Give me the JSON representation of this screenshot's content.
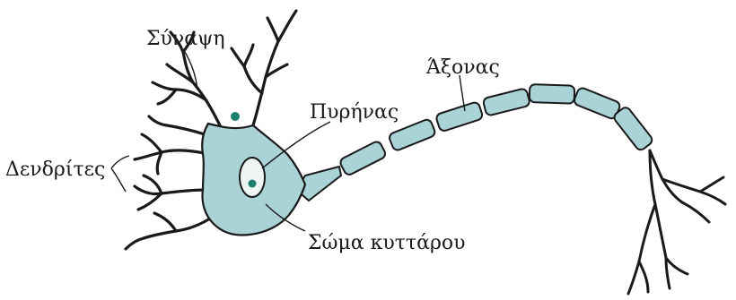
{
  "labels": {
    "synapse": "Σύναψη",
    "nucleus": "Πυρήνας",
    "axon": "Άξονας",
    "dendrites": "Δενδρίτες",
    "cell_body": "Σώμα κυττάρου"
  },
  "colors": {
    "cell_fill": "#a9d3d6",
    "outline": "#1a1a1a",
    "nucleus_fill": "#eef5f3",
    "dot": "#1e7f6e",
    "background": "#ffffff"
  }
}
